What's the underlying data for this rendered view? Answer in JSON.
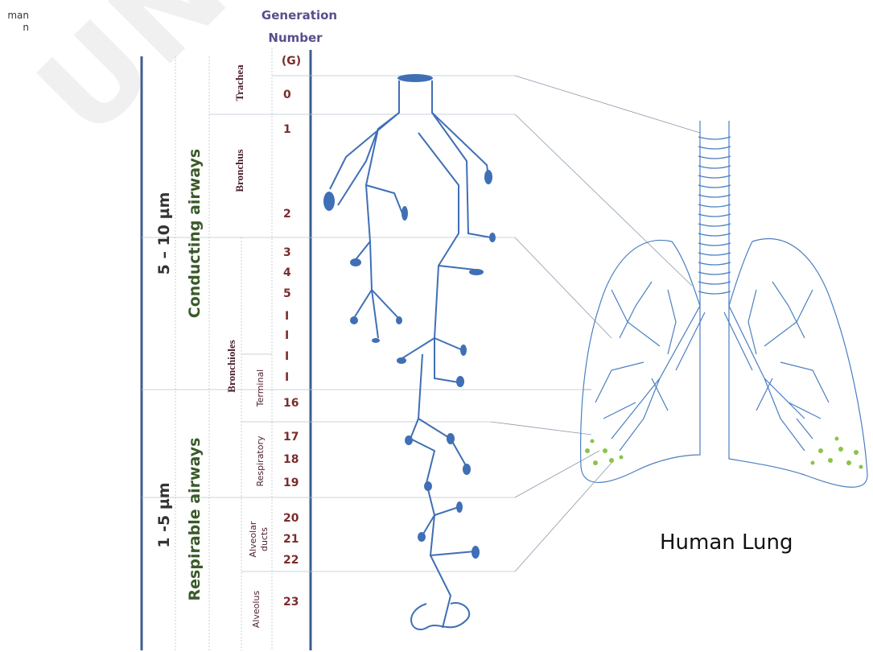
{
  "corner_text": [
    "man",
    "n"
  ],
  "watermark": "UNCORRECTED",
  "header": {
    "line1": "Generation",
    "line2": "Number",
    "line3": "(G)"
  },
  "generations": [
    "0",
    "1",
    "2",
    "3",
    "4",
    "5",
    "I",
    "I",
    "I",
    "I",
    "16",
    "17",
    "18",
    "19",
    "20",
    "21",
    "22",
    "23"
  ],
  "size_labels": {
    "upper": "5 – 10 µm",
    "lower": "1 -5 µm"
  },
  "airway_groups": {
    "conducting": "Conducting airways",
    "respirable": "Respirable airways"
  },
  "regions": {
    "trachea": "Trachea",
    "bronchus": "Bronchus",
    "bronchioles": "Bronchioles",
    "terminal": "Terminal",
    "respiratory": "Respiratory",
    "alveolar_line1": "Alveolar",
    "alveolar_line2": "ducts",
    "alveolus": "Alveolus"
  },
  "lung_title": "Human Lung",
  "colors": {
    "airway": "#3f6fb5",
    "header": "#5a4e8c",
    "numbers": "#7a2d2d",
    "thick_axis": "#3d5e8f"
  }
}
